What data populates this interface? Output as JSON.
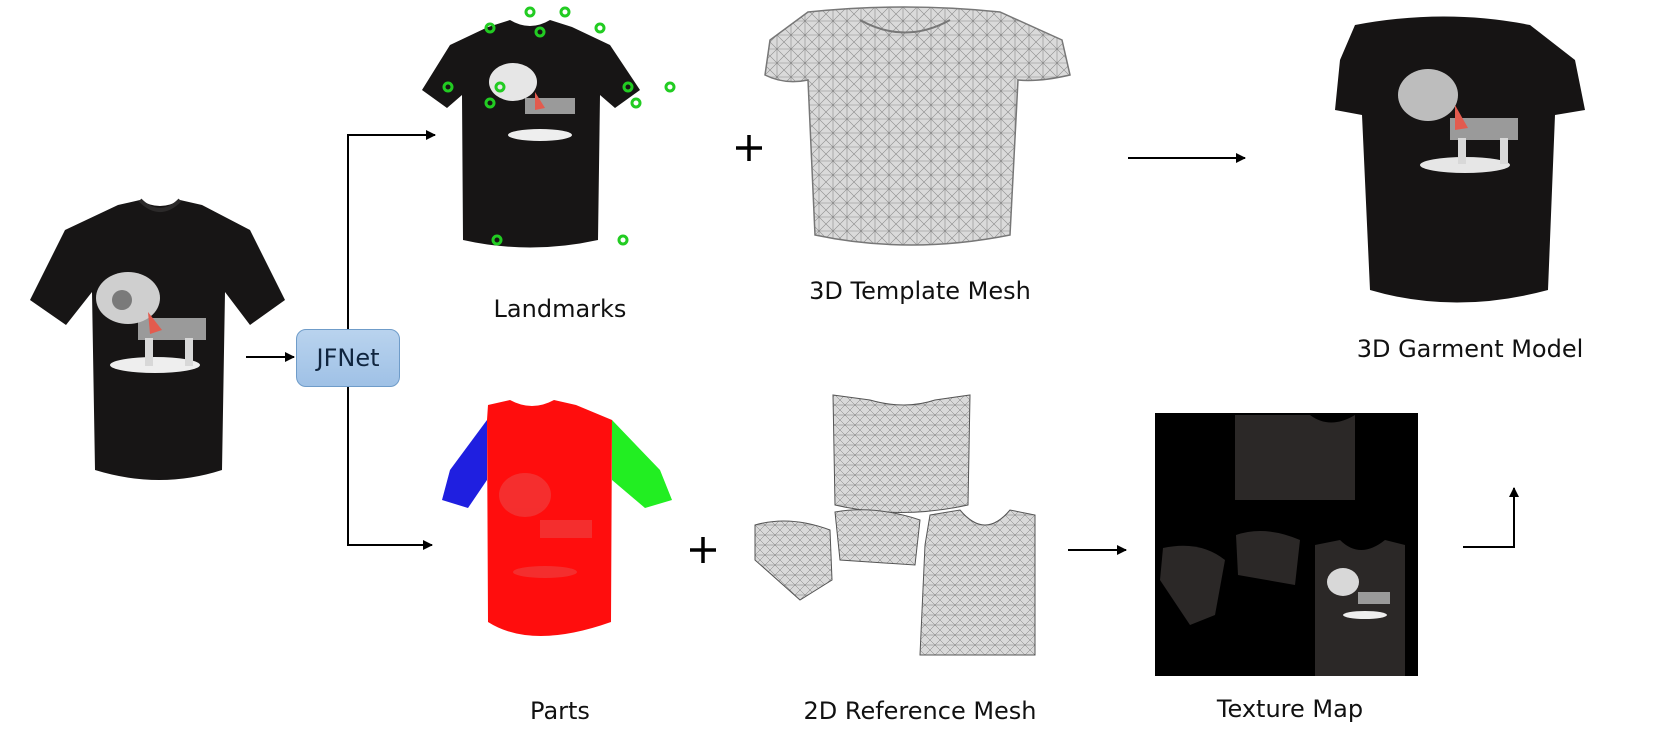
{
  "network": {
    "label": "JFNet"
  },
  "labels": {
    "landmarks": "Landmarks",
    "template_mesh": "3D Template Mesh",
    "garment_model": "3D Garment Model",
    "parts": "Parts",
    "reference_mesh": "2D Reference Mesh",
    "texture_map": "Texture Map"
  },
  "operators": {
    "plus": "+"
  },
  "colors": {
    "shirt": "#171515",
    "landmark": "#22cc22",
    "part_body": "#ff0d0d",
    "part_left_sleeve": "#1f1fe0",
    "part_right_sleeve": "#22ee22",
    "mesh_fill": "#d8d8d8",
    "box_fill": "#a8c8ea"
  }
}
